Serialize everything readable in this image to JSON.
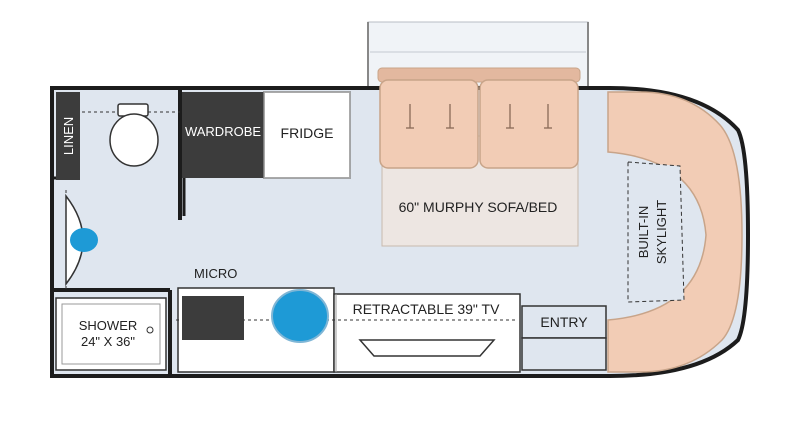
{
  "floorplan": {
    "labels": {
      "linen": "LINEN",
      "wardrobe": "WARDROBE",
      "fridge": "FRIDGE",
      "sofa": "60\" MURPHY SOFA/BED",
      "skylight_line1": "BUILT-IN",
      "skylight_line2": "SKYLIGHT",
      "micro": "MICRO",
      "shower_line1": "SHOWER",
      "shower_line2": "24\" X 36\"",
      "tv": "RETRACTABLE 39\" TV",
      "entry": "ENTRY"
    },
    "colors": {
      "floor": "#dfe6ef",
      "wall": "#1c1c1c",
      "counter": "#ffffff",
      "sofa": "#f2ccb5",
      "sink": "#1e9ad6",
      "dark_cabinet": "#3c3c3c",
      "grey_cabinet": "#a9a9a9",
      "bed_area": "#ede6e2"
    }
  }
}
